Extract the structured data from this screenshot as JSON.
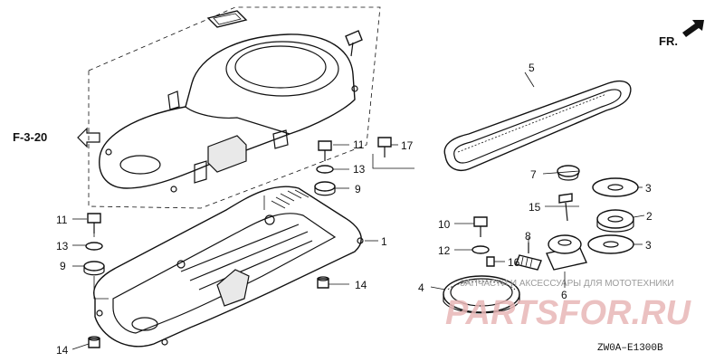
{
  "figure": {
    "ref_label": "F-3-20",
    "fr_label": "FR.",
    "diagram_code": "ZW0A–E1300B"
  },
  "callouts": {
    "c1": "1",
    "c2": "2",
    "c3a": "3",
    "c3b": "3",
    "c4": "4",
    "c5": "5",
    "c6": "6",
    "c7": "7",
    "c8": "8",
    "c9a": "9",
    "c9b": "9",
    "c10": "10",
    "c11a": "11",
    "c11b": "11",
    "c12": "12",
    "c13a": "13",
    "c13b": "13",
    "c14a": "14",
    "c14b": "14",
    "c15": "15",
    "c16": "16",
    "c17": "17"
  },
  "watermark": {
    "caption": "ЗАПЧАСТИ И АКСЕССУАРЫ ДЛЯ МОТОТЕХНИКИ",
    "logo": "PARTSFOR.RU",
    "color": "#e8b7b7"
  }
}
